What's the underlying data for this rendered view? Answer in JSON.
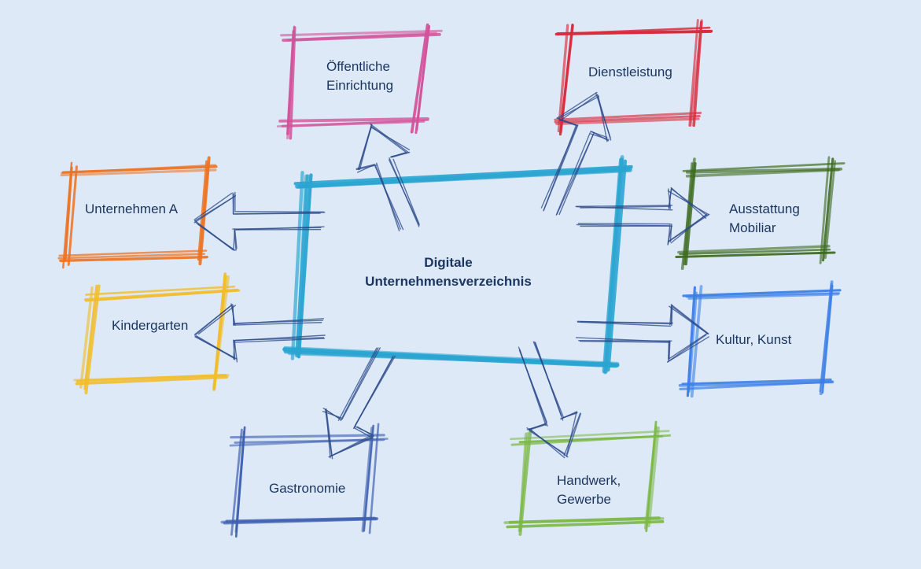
{
  "center": {
    "line1": "Digitale",
    "line2": "Unternehmensverzeichnis"
  },
  "nodes": [
    {
      "id": "oeffentliche",
      "lines": [
        "Öffentliche",
        "Einrichtung"
      ],
      "color": "#d2529a"
    },
    {
      "id": "dienstleistung",
      "lines": [
        "Dienstleistung"
      ],
      "color": "#d92b3c"
    },
    {
      "id": "unternehmen",
      "lines": [
        "Unternehmen A"
      ],
      "color": "#ee7322"
    },
    {
      "id": "ausstattung",
      "lines": [
        "Ausstattung",
        "Mobiliar"
      ],
      "color": "#3c6a1e"
    },
    {
      "id": "kindergarten",
      "lines": [
        "Kindergarten"
      ],
      "color": "#f3bd2a"
    },
    {
      "id": "kultur",
      "lines": [
        "Kultur, Kunst"
      ],
      "color": "#3a7ee6"
    },
    {
      "id": "gastronomie",
      "lines": [
        "Gastronomie"
      ],
      "color": "#3d5fb0"
    },
    {
      "id": "handwerk",
      "lines": [
        "Handwerk,",
        "Gewerbe"
      ],
      "color": "#7cb846"
    }
  ],
  "center_color": "#2aa5d2",
  "arrow_color": "#2c4a8a"
}
